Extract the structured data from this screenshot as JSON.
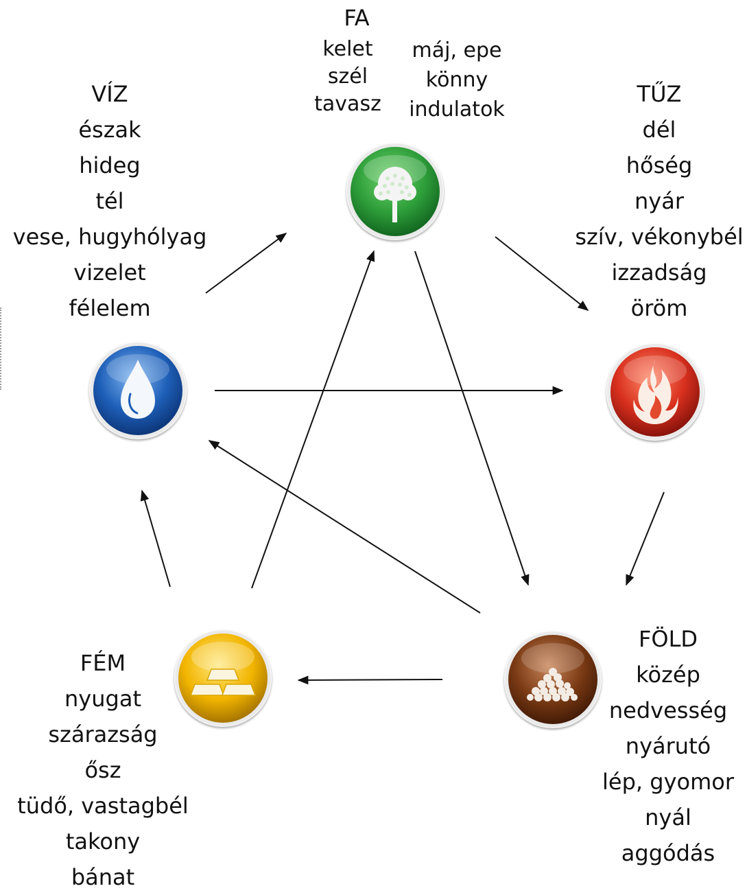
{
  "elements": {
    "fa": {
      "name": "FA",
      "lines_left": [
        "kelet",
        "szél",
        "tavasz"
      ],
      "lines_right": [
        "máj, epe",
        "könny",
        "indulatok"
      ]
    },
    "tuz": {
      "name": "TŰZ",
      "lines": [
        "dél",
        "hőség",
        "nyár",
        "szív, vékonybél",
        "izzadság",
        "öröm"
      ]
    },
    "fold": {
      "name": "FÖLD",
      "lines": [
        "közép",
        "nedvesség",
        "nyárutó",
        "lép, gyomor",
        "nyál",
        "aggódás"
      ]
    },
    "fem": {
      "name": "FÉM",
      "lines": [
        "nyugat",
        "szárazság",
        "ősz",
        "tüdő, vastagbél",
        "takony",
        "bánat"
      ]
    },
    "viz": {
      "name": "VÍZ",
      "lines": [
        "észak",
        "hideg",
        "tél",
        "vese, hugyhólyag",
        "vizelet",
        "félelem"
      ]
    }
  },
  "icons": {
    "fa": "tree-icon",
    "tuz": "flame-icon",
    "fold": "pebbles-icon",
    "fem": "gold-bars-icon",
    "viz": "water-drop-icon"
  },
  "colors": {
    "fa": "#2e9e3a",
    "tuz": "#d8301e",
    "fold": "#7a3a14",
    "fem": "#f2b500",
    "viz": "#1e5fb8",
    "arrow": "#111111"
  },
  "cycles": {
    "generating": [
      [
        "fa",
        "tuz"
      ],
      [
        "tuz",
        "fold"
      ],
      [
        "fold",
        "fem"
      ],
      [
        "fem",
        "viz"
      ],
      [
        "viz",
        "fa"
      ]
    ],
    "controlling": [
      [
        "fa",
        "fold"
      ],
      [
        "fold",
        "viz"
      ],
      [
        "viz",
        "tuz"
      ],
      [
        "fem",
        "fa"
      ]
    ]
  }
}
